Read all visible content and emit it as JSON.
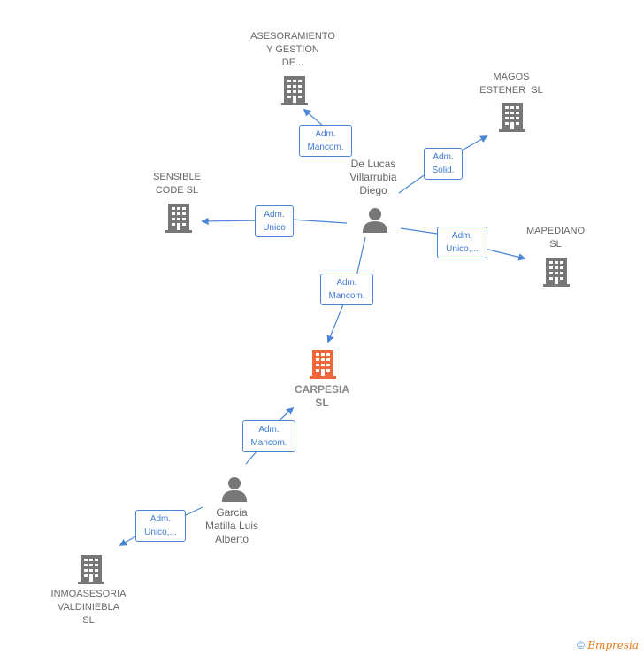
{
  "nodes": {
    "asesoramiento": {
      "label": [
        "ASESORAMIENTO",
        "Y GESTION",
        "DE..."
      ]
    },
    "magos": {
      "label": [
        "MAGOS",
        "ESTENER  SL"
      ]
    },
    "sensible": {
      "label": [
        "SENSIBLE",
        "CODE SL"
      ]
    },
    "mapediano": {
      "label": [
        "MAPEDIANO",
        "SL"
      ]
    },
    "carpesia": {
      "label": [
        "CARPESIA",
        "SL"
      ]
    },
    "inmoasesoria": {
      "label": [
        "INMOASESORIA",
        "VALDINIEBLA",
        "SL"
      ]
    },
    "person_delucas": {
      "label": [
        "De Lucas",
        "Villarrubia",
        "Diego"
      ]
    },
    "person_garcia": {
      "label": [
        "Garcia",
        "Matilla Luis",
        "Alberto"
      ]
    }
  },
  "relations": {
    "r1": [
      "Adm.",
      "Mancom."
    ],
    "r2": [
      "Adm.",
      "Solid."
    ],
    "r3": [
      "Adm.",
      "Unico"
    ],
    "r4": [
      "Adm.",
      "Unico,..."
    ],
    "r5": [
      "Adm.",
      "Mancom."
    ],
    "r6": [
      "Adm.",
      "Mancom."
    ],
    "r7": [
      "Adm.",
      "Unico,..."
    ]
  },
  "footer": {
    "copyright": "©",
    "brand": "Empresia"
  },
  "colors": {
    "edge": "#4a86d6",
    "building": "#777777",
    "building_main": "#f0673a",
    "person": "#777777"
  }
}
